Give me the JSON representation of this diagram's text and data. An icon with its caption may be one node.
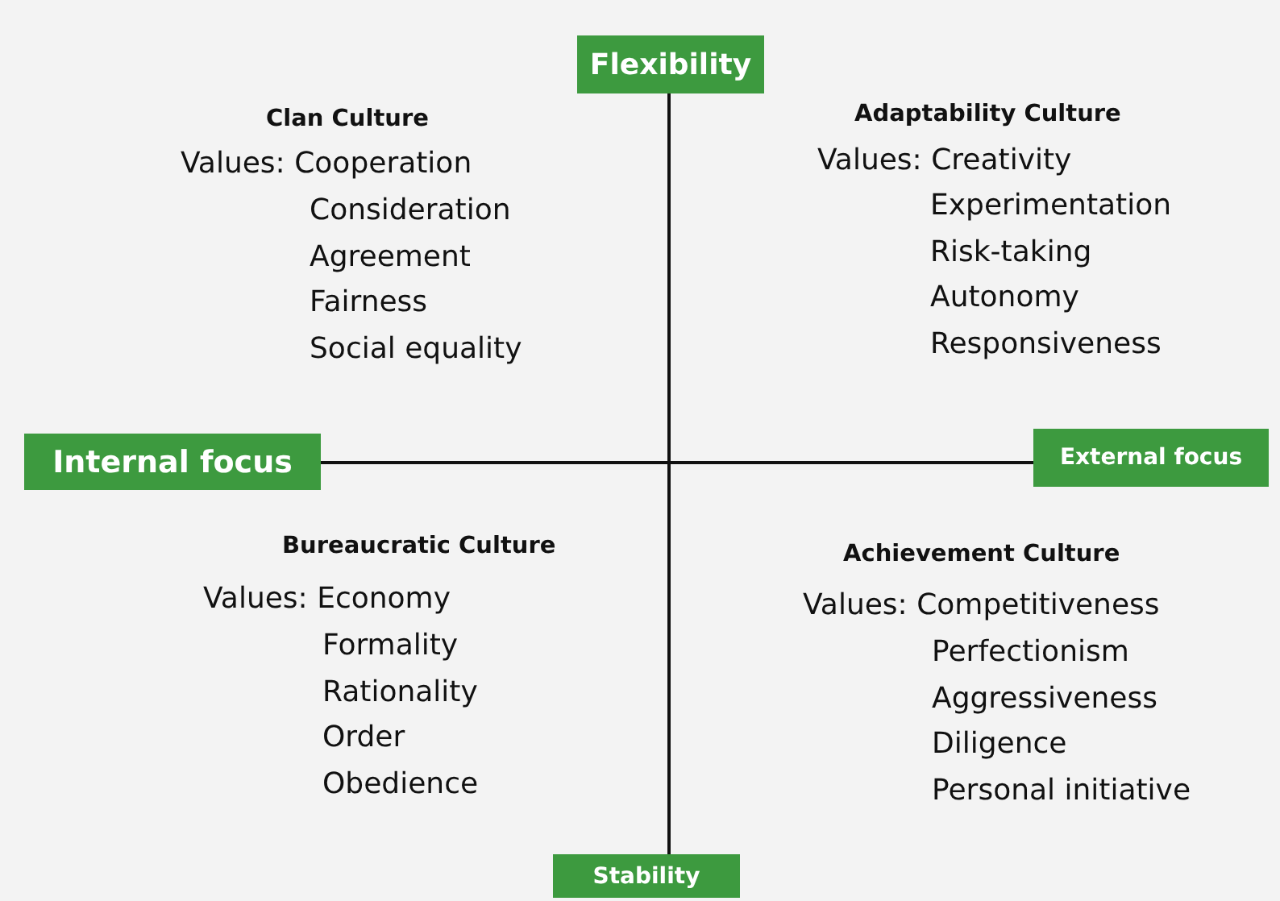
{
  "diagram": {
    "nodes": [
      {
        "text": [
          "Flexibility"
        ]
      },
      {
        "text": [
          "Internal focus"
        ]
      },
      {
        "text": [
          "External focus"
        ]
      },
      {
        "text": [
          "Stability"
        ]
      }
    ],
    "edges": [
      {
        "from": 0,
        "to": 3,
        "arrow": "none"
      },
      {
        "from": 1,
        "to": 2,
        "arrow": "none"
      }
    ],
    "labels": [
      "Clan Culture",
      "Values: Cooperation",
      "Consideration",
      "Agreement",
      "Fairness",
      "Social equality",
      "Adaptability Culture",
      "Values: Creativity",
      "Experimentation",
      "Risk-taking",
      "Autonomy",
      "Responsiveness",
      "Bureaucratic Culture",
      "Values: Economy",
      "Formality",
      "Rationality",
      "Order",
      "Obedience",
      "Achievement Culture",
      "Values: Competitiveness",
      "Perfectionism",
      "Aggressiveness",
      "Diligence",
      "Personal initiative"
    ]
  }
}
